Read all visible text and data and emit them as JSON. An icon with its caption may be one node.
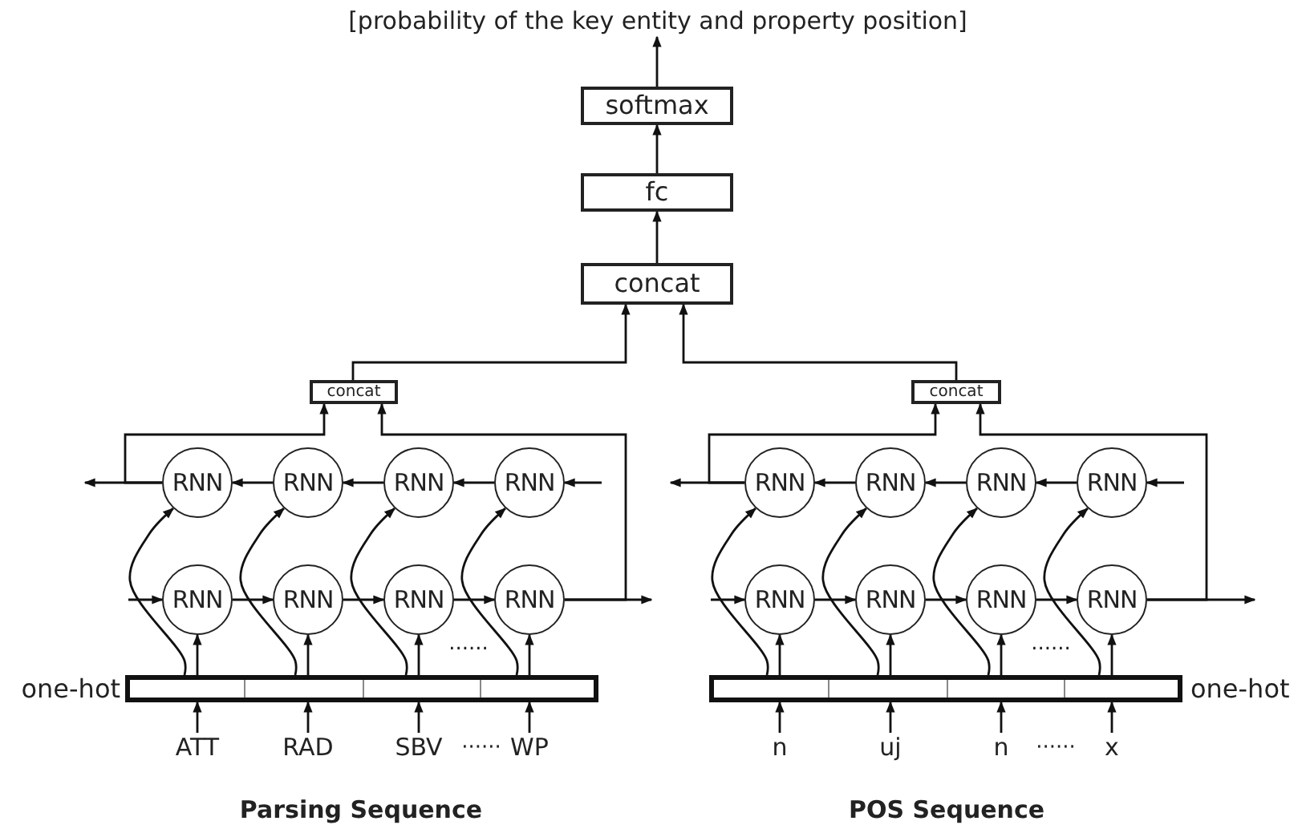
{
  "diagram": {
    "nodes": [
      {
        "text": [
          "[probability of the key entity and property position]"
        ]
      },
      {
        "text": [
          "softmax"
        ]
      },
      {
        "text": [
          "fc"
        ]
      },
      {
        "text": [
          "concat"
        ]
      },
      {
        "text": [
          "concat"
        ]
      },
      {
        "text": [
          "concat"
        ]
      },
      {
        "text": [
          "RNN"
        ]
      },
      {
        "text": [
          "RNN"
        ]
      },
      {
        "text": [
          "RNN"
        ]
      },
      {
        "text": [
          "RNN"
        ]
      },
      {
        "text": [
          "RNN"
        ]
      },
      {
        "text": [
          "RNN"
        ]
      },
      {
        "text": [
          "RNN"
        ]
      },
      {
        "text": [
          "RNN"
        ]
      },
      {
        "text": [],
        "shape": "bar",
        "beside": [
          "one-hot"
        ]
      },
      {
        "text": [
          "ATT"
        ]
      },
      {
        "text": [
          "RAD"
        ]
      },
      {
        "text": [
          "SBV"
        ]
      },
      {
        "text": [
          "WP"
        ]
      },
      {
        "text": [
          "RNN"
        ]
      },
      {
        "text": [
          "RNN"
        ]
      },
      {
        "text": [
          "RNN"
        ]
      },
      {
        "text": [
          "RNN"
        ]
      },
      {
        "text": [
          "RNN"
        ]
      },
      {
        "text": [
          "RNN"
        ]
      },
      {
        "text": [
          "RNN"
        ]
      },
      {
        "text": [
          "RNN"
        ]
      },
      {
        "text": [],
        "shape": "bar",
        "beside": [
          "one-hot"
        ]
      },
      {
        "text": [
          "n"
        ]
      },
      {
        "text": [
          "uj"
        ]
      },
      {
        "text": [
          "n"
        ]
      },
      {
        "text": [
          "x"
        ]
      }
    ],
    "edges": [
      {
        "from": 1,
        "to": 0,
        "arrow": "to"
      },
      {
        "from": 2,
        "to": 1,
        "arrow": "to"
      },
      {
        "from": 3,
        "to": 2,
        "arrow": "to"
      },
      {
        "from": 4,
        "to": 3,
        "arrow": "to"
      },
      {
        "from": 5,
        "to": 3,
        "arrow": "to"
      },
      {
        "from": null,
        "to": 10,
        "arrow": "to"
      },
      {
        "from": 10,
        "to": 11,
        "arrow": "to"
      },
      {
        "from": 11,
        "to": 12,
        "arrow": "to"
      },
      {
        "from": 12,
        "to": 13,
        "arrow": "to"
      },
      {
        "from": 13,
        "to": null,
        "arrow": "to"
      },
      {
        "from": null,
        "to": 9,
        "arrow": "to"
      },
      {
        "from": 9,
        "to": 8,
        "arrow": "to"
      },
      {
        "from": 8,
        "to": 7,
        "arrow": "to"
      },
      {
        "from": 7,
        "to": 6,
        "arrow": "to"
      },
      {
        "from": 6,
        "to": null,
        "arrow": "to"
      },
      {
        "from": 6,
        "to": 4,
        "arrow": "to"
      },
      {
        "from": 13,
        "to": 4,
        "arrow": "to"
      },
      {
        "from": 14,
        "to": 10,
        "arrow": "to"
      },
      {
        "from": 14,
        "to": 11,
        "arrow": "to"
      },
      {
        "from": 14,
        "to": 12,
        "arrow": "to"
      },
      {
        "from": 14,
        "to": 13,
        "arrow": "to"
      },
      {
        "from": 14,
        "to": 6,
        "arrow": "to"
      },
      {
        "from": 14,
        "to": 7,
        "arrow": "to"
      },
      {
        "from": 14,
        "to": 8,
        "arrow": "to"
      },
      {
        "from": 14,
        "to": 9,
        "arrow": "to"
      },
      {
        "from": 15,
        "to": 14,
        "arrow": "to"
      },
      {
        "from": 16,
        "to": 14,
        "arrow": "to"
      },
      {
        "from": 17,
        "to": 14,
        "arrow": "to"
      },
      {
        "from": 18,
        "to": 14,
        "arrow": "to"
      },
      {
        "from": null,
        "to": 23,
        "arrow": "to"
      },
      {
        "from": 23,
        "to": 24,
        "arrow": "to"
      },
      {
        "from": 24,
        "to": 25,
        "arrow": "to"
      },
      {
        "from": 25,
        "to": 26,
        "arrow": "to"
      },
      {
        "from": 26,
        "to": null,
        "arrow": "to"
      },
      {
        "from": null,
        "to": 22,
        "arrow": "to"
      },
      {
        "from": 22,
        "to": 21,
        "arrow": "to"
      },
      {
        "from": 21,
        "to": 20,
        "arrow": "to"
      },
      {
        "from": 20,
        "to": 19,
        "arrow": "to"
      },
      {
        "from": 19,
        "to": null,
        "arrow": "to"
      },
      {
        "from": 19,
        "to": 5,
        "arrow": "to"
      },
      {
        "from": 26,
        "to": 5,
        "arrow": "to"
      },
      {
        "from": 27,
        "to": 23,
        "arrow": "to"
      },
      {
        "from": 27,
        "to": 24,
        "arrow": "to"
      },
      {
        "from": 27,
        "to": 25,
        "arrow": "to"
      },
      {
        "from": 27,
        "to": 26,
        "arrow": "to"
      },
      {
        "from": 27,
        "to": 19,
        "arrow": "to"
      },
      {
        "from": 27,
        "to": 20,
        "arrow": "to"
      },
      {
        "from": 27,
        "to": 21,
        "arrow": "to"
      },
      {
        "from": 27,
        "to": 22,
        "arrow": "to"
      },
      {
        "from": 28,
        "to": 27,
        "arrow": "to"
      },
      {
        "from": 29,
        "to": 27,
        "arrow": "to"
      },
      {
        "from": 30,
        "to": 27,
        "arrow": "to"
      },
      {
        "from": 31,
        "to": 27,
        "arrow": "to"
      }
    ],
    "labels": [
      "......",
      "......",
      "······",
      "······",
      "Parsing Sequence",
      "POS Sequence"
    ]
  }
}
